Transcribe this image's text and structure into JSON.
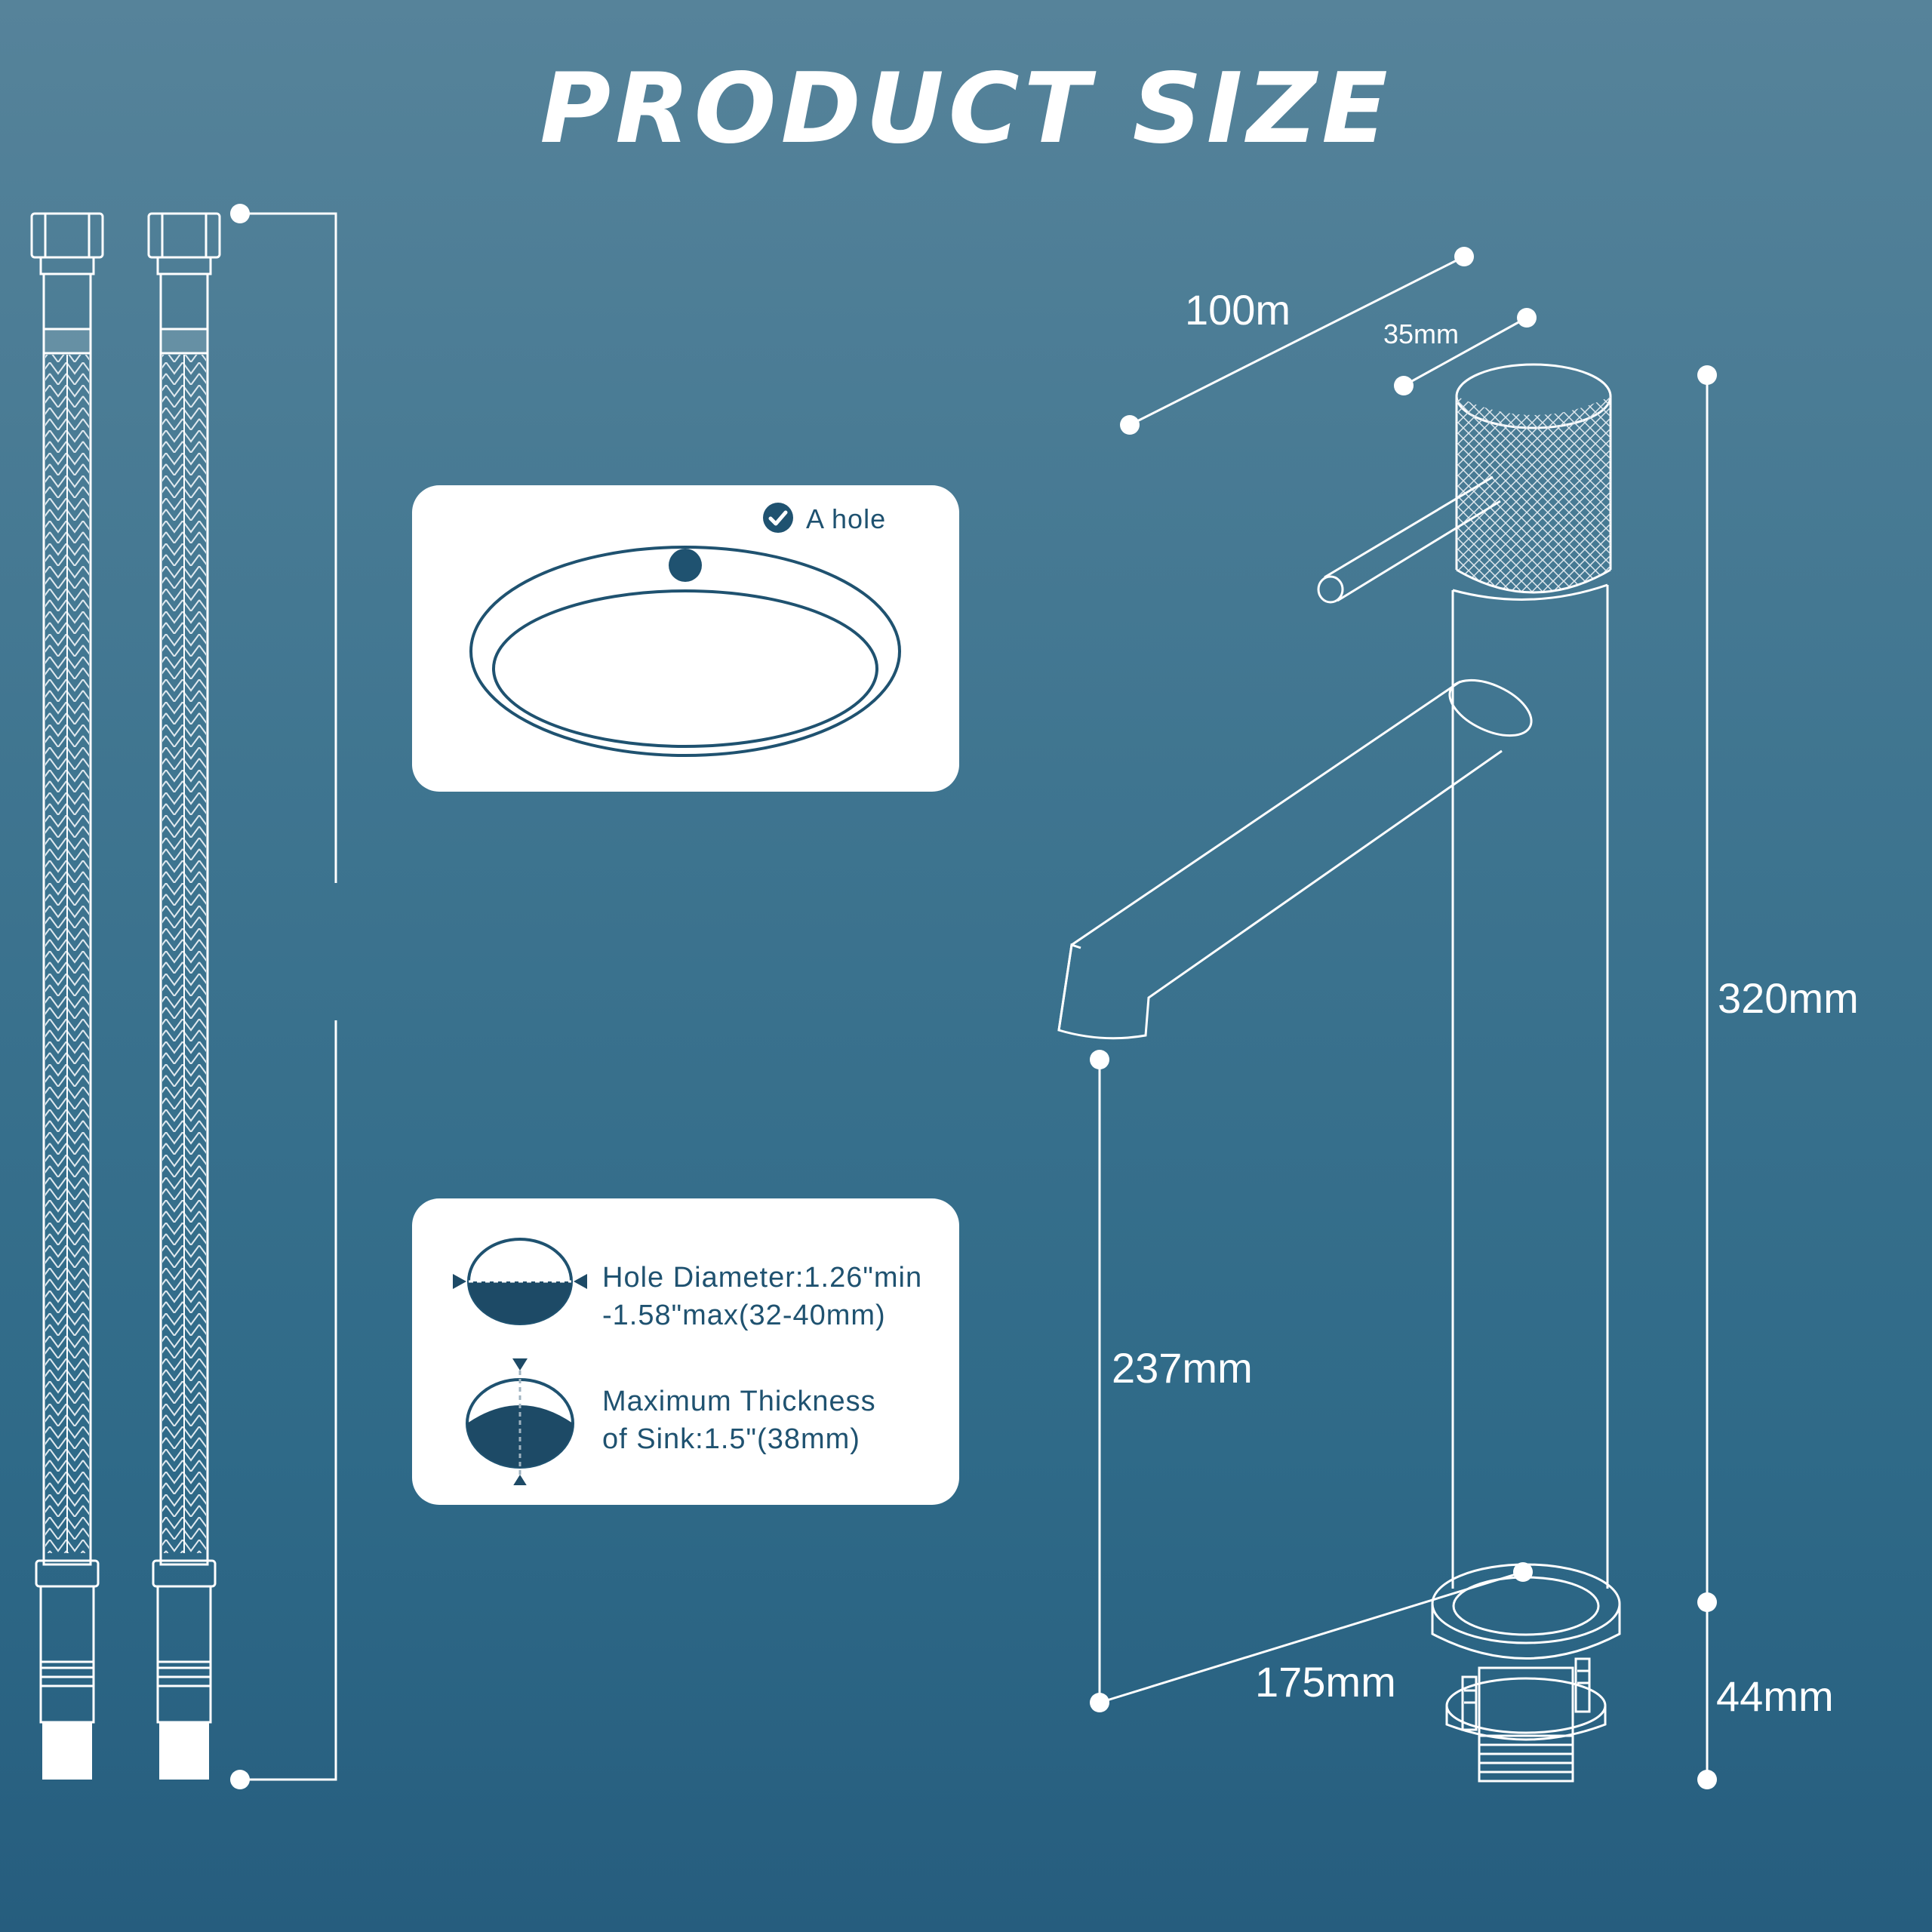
{
  "title": "PRODUCT SIZE",
  "dimensions": {
    "spout_reach": "100m",
    "handle_length": "35mm",
    "total_height": "320mm",
    "spout_height": "237mm",
    "base_diameter": "175mm",
    "base_height": "44mm"
  },
  "hole_card": {
    "label": "A hole",
    "check_icon": "check-circle-icon",
    "sink_icon": "sink-basin-icon"
  },
  "spec_card": {
    "diameter_line1": "Hole Diameter:1.26\"min",
    "diameter_line2": "-1.58\"max(32-40mm)",
    "thickness_line1": "Maximum Thickness",
    "thickness_line2": "of Sink:1.5\"(38mm)",
    "diameter_icon": "hole-diameter-icon",
    "thickness_icon": "sink-thickness-icon"
  },
  "colors": {
    "bg_top": "#56839a",
    "bg_bottom": "#265d7e",
    "line": "#ffffff",
    "card_text": "#1f5270",
    "dark_fill": "#1d4a66"
  }
}
